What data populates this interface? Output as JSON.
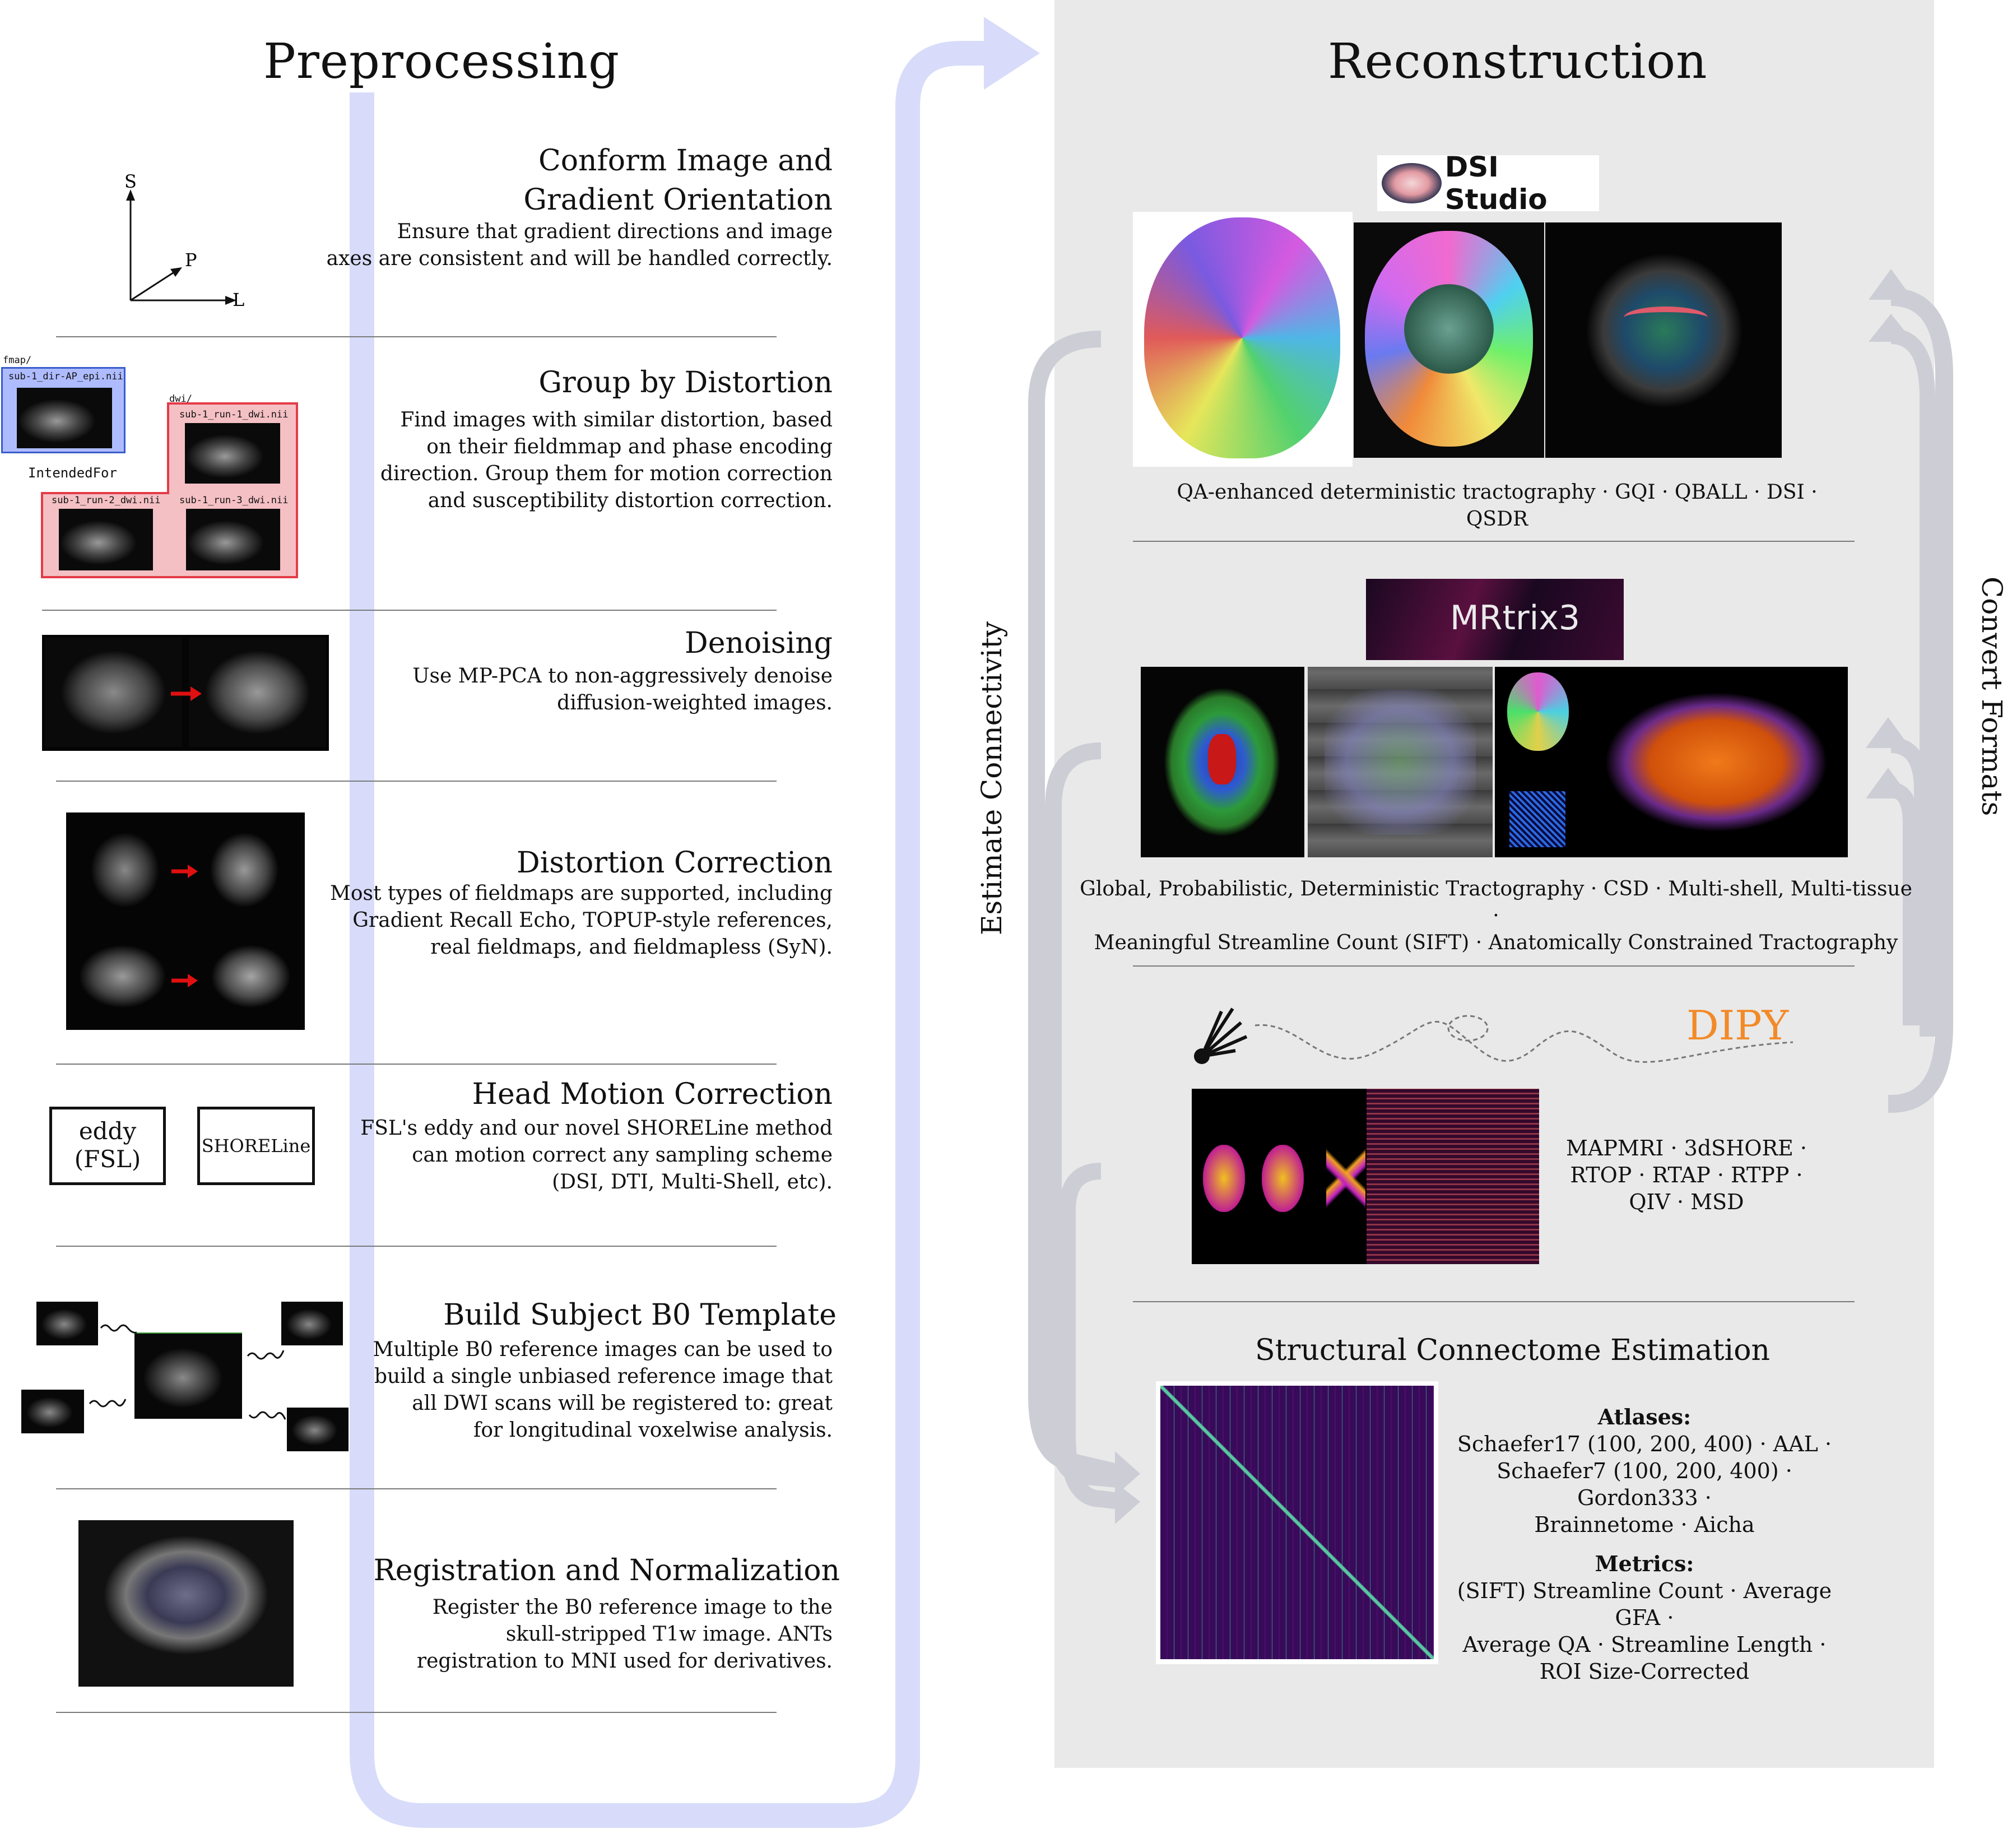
{
  "colors": {
    "flow_arrow": "#d8dcfa",
    "recon_panel": "#e9e9e9",
    "dipy": "#f28a28",
    "side_arrow": "#cdcdd6"
  },
  "preprocessing": {
    "title": "Preprocessing",
    "steps": [
      {
        "title_l1": "Conform Image and",
        "title_l2": "Gradient Orientation",
        "desc": [
          "Ensure that gradient directions and image",
          "axes are consistent and will be handled correctly."
        ],
        "axes": {
          "s": "S",
          "p": "P",
          "l": "L"
        }
      },
      {
        "title": "Group by Distortion",
        "desc": [
          "Find images with similar distortion, based",
          "on their fieldmmap and phase encoding",
          "direction. Group them for motion correction",
          "and susceptibility distortion correction."
        ],
        "fmap_dir": "fmap/",
        "fmap_file": "sub-1_dir-AP_epi.nii",
        "dwi_dir": "dwi/",
        "run1": "sub-1_run-1_dwi.nii",
        "run2": "sub-1_run-2_dwi.nii",
        "run3": "sub-1_run-3_dwi.nii",
        "intended": "IntendedFor"
      },
      {
        "title": "Denoising",
        "desc": [
          "Use MP-PCA to non-aggressively denoise",
          "diffusion-weighted images."
        ]
      },
      {
        "title": "Distortion Correction",
        "desc": [
          "Most types of fieldmaps are supported, including",
          "Gradient Recall Echo, TOPUP-style references,",
          "real fieldmaps, and fieldmapless (SyN)."
        ]
      },
      {
        "title": "Head Motion Correction",
        "desc": [
          "FSL's eddy and our novel SHORELine method",
          "can motion correct any sampling scheme",
          "(DSI, DTI, Multi-Shell, etc)."
        ],
        "box1_l1": "eddy",
        "box1_l2": "(FSL)",
        "box2": "SHORELine"
      },
      {
        "title": "Build Subject B0 Template",
        "desc": [
          "Multiple B0 reference images can be used to",
          "build a single unbiased reference image that",
          "all DWI scans will be registered to: great",
          "for longitudinal voxelwise analysis."
        ]
      },
      {
        "title": "Registration and Normalization",
        "desc": [
          "Register the B0 reference image to the",
          "skull-stripped T1w image. ANTs",
          "registration to MNI used for derivatives."
        ]
      }
    ]
  },
  "reconstruction": {
    "title": "Reconstruction",
    "dsi_logo": "DSI Studio",
    "dsi_caption": "QA-enhanced deterministic tractography · GQI · QBALL · DSI · QSDR",
    "mrtrix_logo": "MRtrix3",
    "mrtrix_caption": [
      "Global, Probabilistic, Deterministic Tractography · CSD · Multi-shell, Multi-tissue ·",
      "Meaningful Streamline Count (SIFT) · Anatomically Constrained Tractography"
    ],
    "dipy_logo": "DIPY",
    "dipy_caption": [
      "MAPMRI · 3dSHORE ·",
      "RTOP · RTAP · RTPP ·",
      "QIV · MSD"
    ],
    "connectome_title": "Structural Connectome Estimation",
    "atlases_label": "Atlases:",
    "atlases": [
      "Schaefer17 (100, 200, 400) · AAL ·",
      "Schaefer7 (100, 200, 400) · Gordon333 ·",
      "Brainnetome · Aicha"
    ],
    "metrics_label": "Metrics:",
    "metrics": [
      "(SIFT) Streamline Count · Average GFA ·",
      "Average QA · Streamline Length ·",
      "ROI Size-Corrected"
    ],
    "left_label": "Estimate Connectivity",
    "right_label": "Convert Formats"
  }
}
